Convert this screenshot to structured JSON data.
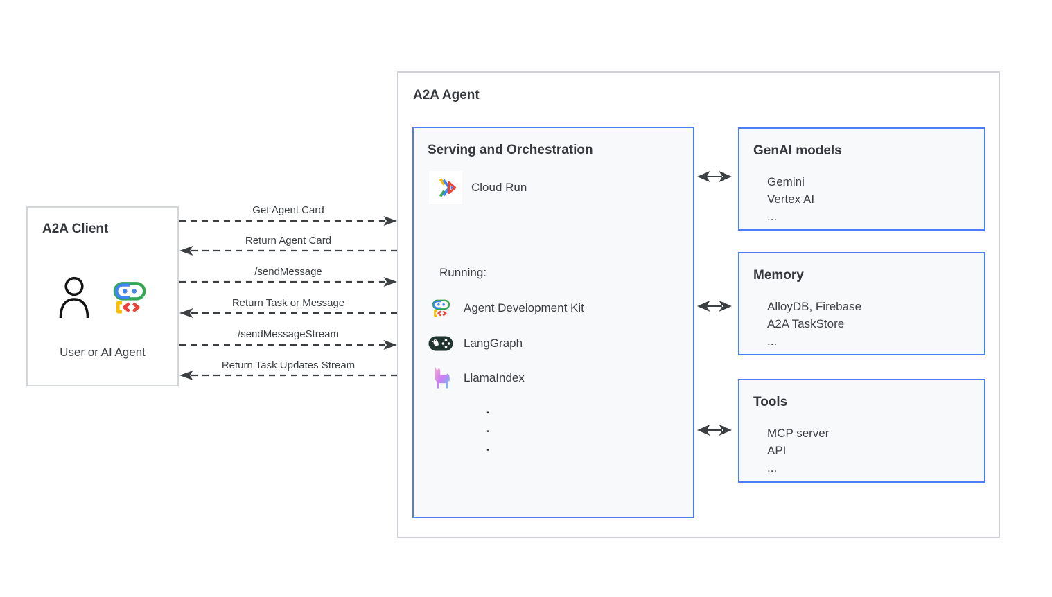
{
  "colors": {
    "accent_blue": "#4e7cf5",
    "panel_fill": "#f8f9fa",
    "outer_border": "#cdd0d4",
    "text_dark": "#3c4043",
    "adk_blue": "#4285f4",
    "adk_green": "#34a853",
    "adk_yellow": "#fbbc04",
    "adk_red": "#ea4335",
    "langgraph_dark": "#20352f"
  },
  "client": {
    "title": "A2A Client",
    "caption": "User or AI Agent",
    "icons": [
      "user-icon",
      "adk-robot-icon"
    ]
  },
  "messages": [
    {
      "label": "Get Agent Card",
      "direction": "right"
    },
    {
      "label": "Return Agent Card",
      "direction": "left"
    },
    {
      "label": "/sendMessage",
      "direction": "right"
    },
    {
      "label": "Return Task or Message",
      "direction": "left"
    },
    {
      "label": "/sendMessageStream",
      "direction": "right"
    },
    {
      "label": "Return Task Updates Stream",
      "direction": "left"
    }
  ],
  "agent": {
    "title": "A2A Agent",
    "serving": {
      "title": "Serving and Orchestration",
      "platform": {
        "icon": "cloud-run-icon",
        "label": "Cloud Run"
      },
      "running_label": "Running:",
      "frameworks": [
        {
          "icon": "adk-robot-icon",
          "label": "Agent Development Kit"
        },
        {
          "icon": "langgraph-icon",
          "label": "LangGraph"
        },
        {
          "icon": "llamaindex-icon",
          "label": "LlamaIndex"
        }
      ],
      "more_dot": "•"
    },
    "resources": [
      {
        "title": "GenAI models",
        "items": [
          "Gemini",
          "Vertex AI",
          "..."
        ]
      },
      {
        "title": "Memory",
        "items": [
          "AlloyDB, Firebase",
          "A2A TaskStore",
          "..."
        ]
      },
      {
        "title": "Tools",
        "items": [
          "MCP server",
          "API",
          "..."
        ]
      }
    ]
  }
}
